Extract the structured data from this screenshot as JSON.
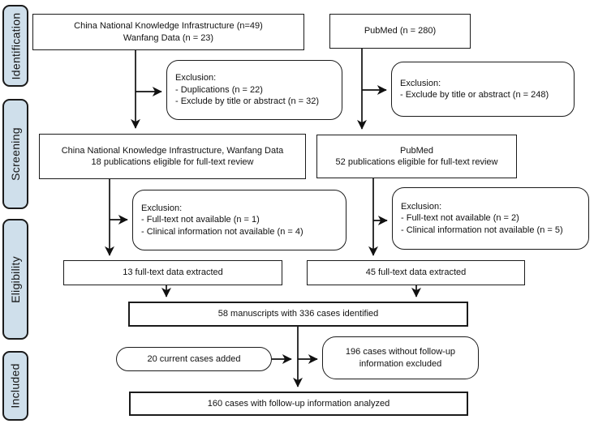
{
  "figure": {
    "type": "flow-diagram",
    "description": "Study selection flow chart (PRISMA-style)"
  },
  "colors": {
    "background": "#ffffff",
    "node_fill": "#ffffff",
    "node_border": "#1b1b1b",
    "stage_fill": "#cfdfeb",
    "stage_border": "#1b1b1b",
    "arrow": "#111111",
    "text": "#111111"
  },
  "stages": [
    {
      "id": "identification",
      "label": "Identification"
    },
    {
      "id": "screening",
      "label": "Screening"
    },
    {
      "id": "eligibility",
      "label": "Eligibility"
    },
    {
      "id": "included",
      "label": "Included"
    }
  ],
  "nodes": {
    "cnki_wanfang": {
      "lines": [
        "China National Knowledge Infrastructure (n=49)",
        "Wanfang Data (n = 23)"
      ]
    },
    "pubmed": {
      "lines": [
        "PubMed (n = 280)"
      ]
    },
    "exclusion_identification_left": {
      "lines": [
        "Exclusion:",
        "- Duplications (n = 22)",
        "- Exclude by title or abstract (n = 32)"
      ]
    },
    "exclusion_identification_right": {
      "lines": [
        "Exclusion:",
        "- Exclude by title or abstract (n = 248)"
      ]
    },
    "screening_left": {
      "lines": [
        "China National Knowledge Infrastructure, Wanfang Data",
        "18 publications eligible for full-text review"
      ]
    },
    "screening_right": {
      "lines": [
        "PubMed",
        "52 publications eligible for full-text review"
      ]
    },
    "exclusion_screening_left": {
      "lines": [
        "Exclusion:",
        "- Full-text not available (n = 1)",
        "- Clinical information not available (n = 4)"
      ]
    },
    "exclusion_screening_right": {
      "lines": [
        "Exclusion:",
        "- Full-text not available (n = 2)",
        "- Clinical information not available (n = 5)"
      ]
    },
    "extracted_left": {
      "lines": [
        "13 full-text data extracted"
      ]
    },
    "extracted_right": {
      "lines": [
        "45 full-text data extracted"
      ]
    },
    "manuscripts": {
      "lines": [
        "58 manuscripts with 336 cases identified"
      ]
    },
    "current_cases": {
      "lines": [
        "20 current cases added"
      ]
    },
    "excluded_no_followup": {
      "lines": [
        "196 cases without follow-up",
        "information excluded"
      ]
    },
    "analyzed": {
      "lines": [
        "160 cases with follow-up information analyzed"
      ]
    }
  }
}
